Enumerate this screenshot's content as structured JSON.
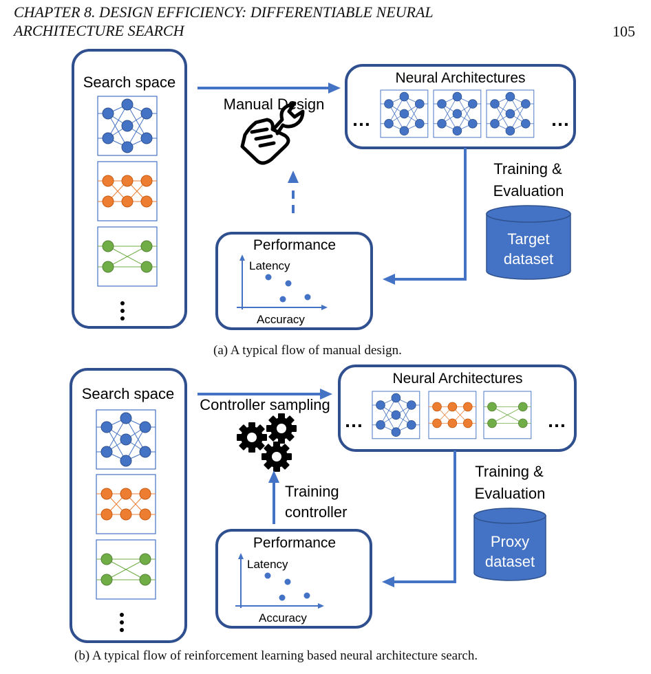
{
  "header": {
    "chapter_line1": "CHAPTER 8.  DESIGN EFFICIENCY: DIFFERENTIABLE NEURAL",
    "chapter_line2": "ARCHITECTURE SEARCH",
    "page_number": "105"
  },
  "figure_a": {
    "search_space": "Search space",
    "arrow_label": "Manual Design",
    "neural_architectures": "Neural Architectures",
    "ellipsis_left": "…",
    "ellipsis_right": "…",
    "training_line1": "Training &",
    "training_line2": "Evaluation",
    "dataset_line1": "Target",
    "dataset_line2": "dataset",
    "performance": "Performance",
    "latency": "Latency",
    "accuracy": "Accuracy",
    "caption": "(a) A typical flow of manual design."
  },
  "figure_b": {
    "search_space": "Search space",
    "arrow_label": "Controller sampling",
    "neural_architectures": "Neural Architectures",
    "ellipsis_left": "…",
    "ellipsis_right": "…",
    "training_line1": "Training &",
    "training_line2": "Evaluation",
    "dataset_line1": "Proxy",
    "dataset_line2": "dataset",
    "controller_line1": "Training",
    "controller_line2": "controller",
    "performance": "Performance",
    "latency": "Latency",
    "accuracy": "Accuracy",
    "caption": "(b) A typical flow of reinforcement learning based neural architecture search."
  },
  "colors": {
    "frame": "#2f4f8f",
    "arrow": "#4472c4",
    "blue_node": "#4472c4",
    "orange_node": "#ed7d31",
    "green_node": "#70ad47",
    "cylinder": "#4472c4"
  },
  "icons": {
    "figure_a": "hand-wrench-icon",
    "figure_b": "gears-icon"
  }
}
